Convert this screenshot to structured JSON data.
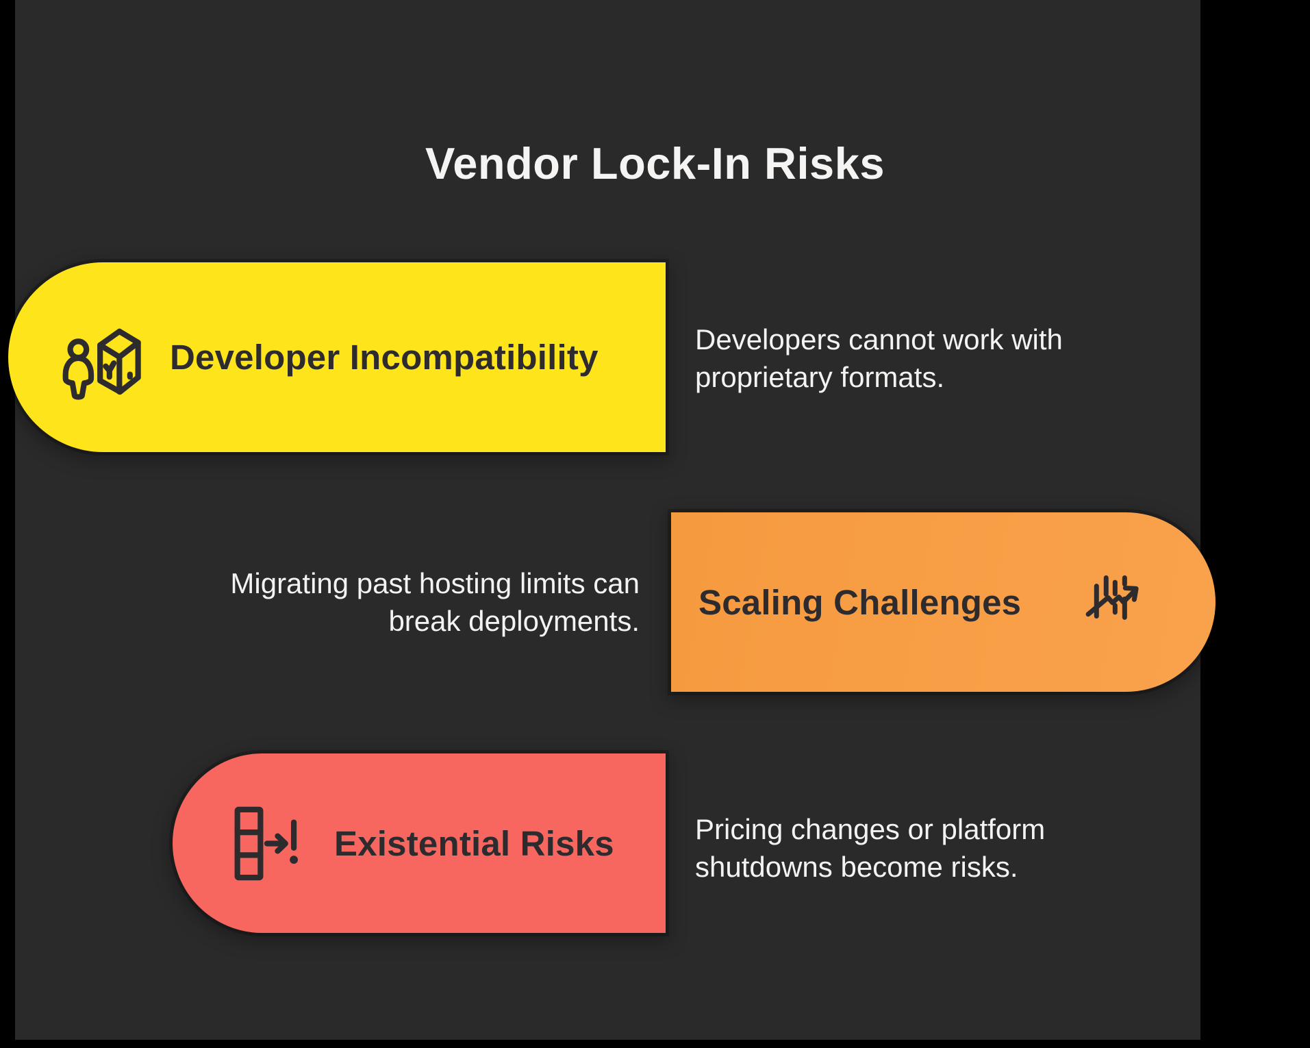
{
  "title": "Vendor Lock-In Risks",
  "cards": [
    {
      "label": "Developer Incompatibility",
      "description": "Developers cannot work with proprietary formats.",
      "icon": "developer-package-icon"
    },
    {
      "label": "Scaling Challenges",
      "description": "Migrating past hosting limits can break deployments.",
      "icon": "growth-chart-icon"
    },
    {
      "label": "Existential Risks",
      "description": "Pricing changes or platform shutdowns become risks.",
      "icon": "column-migration-alert-icon"
    }
  ],
  "palette": {
    "background": "#2A2A2B",
    "frame": "#000000",
    "title-text": "#F5F4F3",
    "card-text": "#2D2B2D",
    "desc-text": "#F4F3F1",
    "card-yellow": "#FEE41A",
    "card-orange": "#F69A3F",
    "card-red": "#F7665F"
  }
}
